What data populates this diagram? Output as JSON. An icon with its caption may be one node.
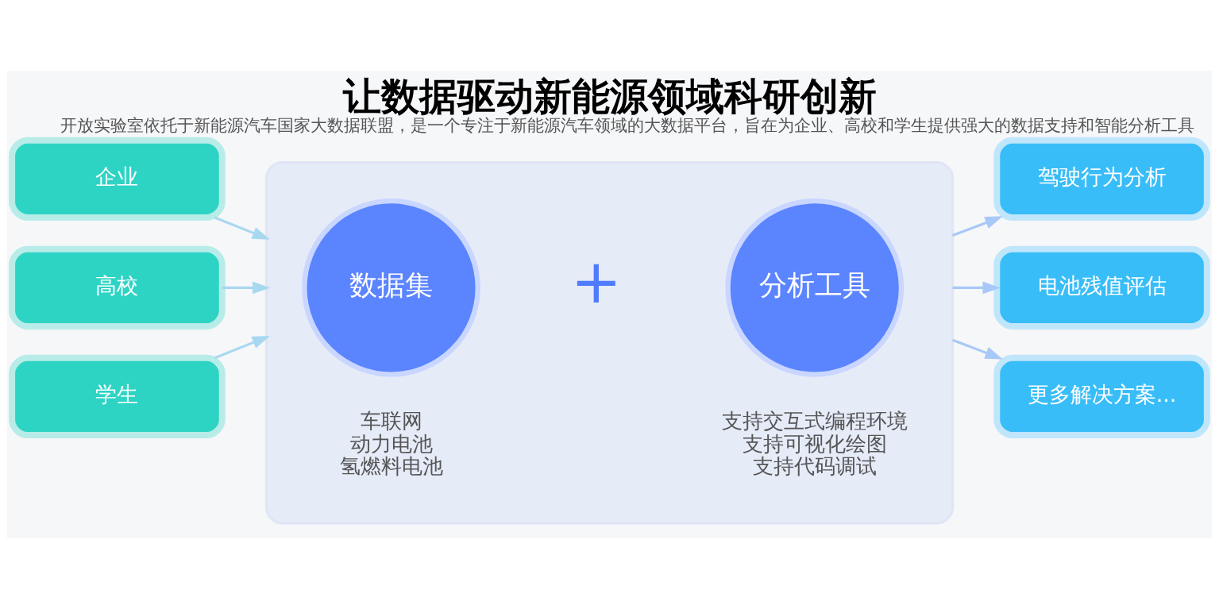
{
  "diagram": {
    "title": "让数据驱动新能源领域科研创新",
    "caption": "开放实验室依托于新能源汽车国家大数据联盟，是一个专注于新能源汽车领域的大数据平台，旨在为企业、高校和学生提供强大的数据支持和智能分析工具",
    "nodes": [
      {
        "text": [
          "企业"
        ]
      },
      {
        "text": [
          "高校"
        ]
      },
      {
        "text": [
          "学生"
        ]
      },
      {
        "text": [],
        "shape": "box"
      },
      {
        "text": [
          "数据集"
        ],
        "in": 3,
        "beside": [
          "车联网",
          "动力电池",
          "氢燃料电池"
        ]
      },
      {
        "text": [
          "分析工具"
        ],
        "in": 3,
        "beside": [
          "支持交互式编程环境",
          "支持可视化绘图",
          "支持代码调试"
        ]
      },
      {
        "text": [
          "驾驶行为分析"
        ]
      },
      {
        "text": [
          "电池残值评估"
        ]
      },
      {
        "text": [
          "更多解决方案..."
        ]
      }
    ],
    "edges": [
      {
        "from": 0,
        "to": 3,
        "arrow": "to",
        "color": "#a8d8f0"
      },
      {
        "from": 1,
        "to": 3,
        "arrow": "to",
        "color": "#a8d8f0"
      },
      {
        "from": 2,
        "to": 3,
        "arrow": "to",
        "color": "#a8d8f0"
      },
      {
        "from": 3,
        "to": 6,
        "arrow": "to",
        "color": "#a8c8f8"
      },
      {
        "from": 3,
        "to": 7,
        "arrow": "to",
        "color": "#a8c8f8"
      },
      {
        "from": 3,
        "to": 8,
        "arrow": "to",
        "color": "#a8c8f8"
      }
    ],
    "labels": [
      "+"
    ]
  }
}
